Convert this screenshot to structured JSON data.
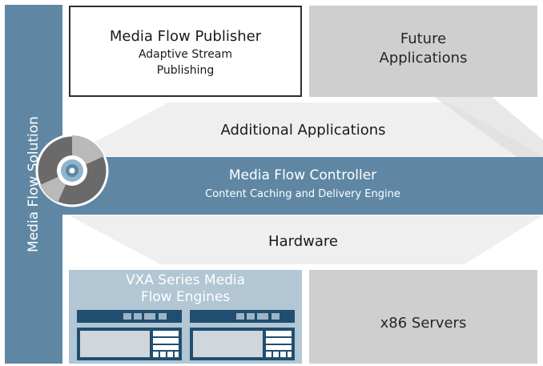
{
  "side_label": "Media Flow Solution",
  "publisher": {
    "title": "Media Flow Publisher",
    "subtitle_line1": "Adaptive Stream",
    "subtitle_line2": "Publishing"
  },
  "future": {
    "line1": "Future",
    "line2": "Applications"
  },
  "additional_applications": "Additional Applications",
  "controller": {
    "title": "Media Flow Controller",
    "subtitle": "Content Caching and Delivery Engine"
  },
  "hardware": "Hardware",
  "vxa": {
    "line1": "VXA Series Media",
    "line2": "Flow Engines"
  },
  "x86_servers": "x86 Servers",
  "colors": {
    "accent_blue": "#5f87a3",
    "dark_blue": "#1f4e70",
    "light_blue": "#b2c6d4",
    "gray": "#cfcfcf"
  },
  "icons": [
    "disc-icon",
    "server-appliance-icon"
  ]
}
